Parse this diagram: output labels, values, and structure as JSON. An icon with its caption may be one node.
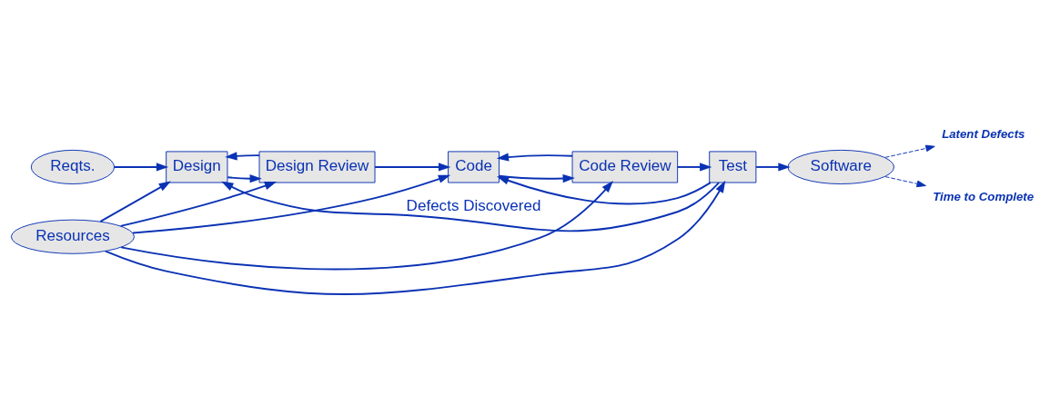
{
  "diagram": {
    "nodes": [
      {
        "text": [
          "Reqts."
        ]
      },
      {
        "text": [
          "Design"
        ]
      },
      {
        "text": [
          "Design Review"
        ]
      },
      {
        "text": [
          "Code"
        ]
      },
      {
        "text": [
          "Code Review"
        ]
      },
      {
        "text": [
          "Test"
        ]
      },
      {
        "text": [
          "Software"
        ]
      },
      {
        "text": [
          "Latent Defects"
        ]
      },
      {
        "text": [
          "Time to Complete"
        ]
      },
      {
        "text": [
          "Resources"
        ]
      }
    ],
    "edges": [
      {
        "from": 0,
        "to": 1,
        "arrow": "to"
      },
      {
        "from": 1,
        "to": 2,
        "arrow": "to"
      },
      {
        "from": 2,
        "to": 3,
        "arrow": "to"
      },
      {
        "from": 3,
        "to": 4,
        "arrow": "to"
      },
      {
        "from": 4,
        "to": 5,
        "arrow": "to"
      },
      {
        "from": 5,
        "to": 6,
        "arrow": "to"
      },
      {
        "from": 2,
        "to": 1,
        "arrow": "to"
      },
      {
        "from": 4,
        "to": 3,
        "arrow": "to"
      },
      {
        "from": 5,
        "to": 1,
        "arrow": "to",
        "label": "Defects Discovered"
      },
      {
        "from": 5,
        "to": 3,
        "arrow": "to"
      },
      {
        "from": 6,
        "to": 7,
        "arrow": "to",
        "style": "dashed"
      },
      {
        "from": 6,
        "to": 8,
        "arrow": "to",
        "style": "dashed"
      },
      {
        "from": 9,
        "to": 1,
        "arrow": "to"
      },
      {
        "from": 9,
        "to": 2,
        "arrow": "to"
      },
      {
        "from": 9,
        "to": 3,
        "arrow": "to"
      },
      {
        "from": 9,
        "to": 4,
        "arrow": "to"
      },
      {
        "from": 9,
        "to": 5,
        "arrow": "to"
      }
    ]
  }
}
